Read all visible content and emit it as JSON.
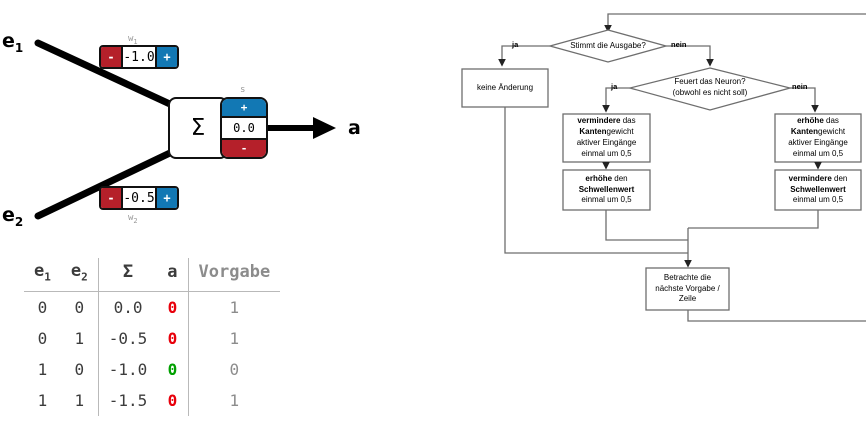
{
  "neuron": {
    "input_labels": [
      "e",
      "e"
    ],
    "input_subs": [
      "1",
      "2"
    ],
    "output_label": "a",
    "sum_symbol": "Σ",
    "weight1": {
      "caption": "w",
      "caption_sub": "1",
      "value": "-1.0",
      "minus": "-",
      "plus": "+"
    },
    "weight2": {
      "caption": "w",
      "caption_sub": "2",
      "value": "-0.5",
      "minus": "-",
      "plus": "+"
    },
    "threshold": {
      "caption": "s",
      "value": "0.0",
      "plus": "+",
      "minus": "-"
    },
    "colors": {
      "plus": "#1278b4",
      "minus": "#b5202a",
      "stroke": "#111111"
    }
  },
  "truth_table": {
    "headers": [
      "e",
      "e",
      "Σ",
      "a",
      "Vorgabe"
    ],
    "header_subs": [
      "1",
      "2",
      "",
      "",
      ""
    ],
    "rows": [
      {
        "e1": "0",
        "e2": "0",
        "sum": "0.0",
        "a": "0",
        "a_state": "0",
        "vorgabe": "1"
      },
      {
        "e1": "0",
        "e2": "1",
        "sum": "-0.5",
        "a": "0",
        "a_state": "0",
        "vorgabe": "1"
      },
      {
        "e1": "1",
        "e2": "0",
        "sum": "-1.0",
        "a": "0",
        "a_state": "1",
        "vorgabe": "0"
      },
      {
        "e1": "1",
        "e2": "1",
        "sum": "-1.5",
        "a": "0",
        "a_state": "0",
        "vorgabe": "1"
      }
    ],
    "colors": {
      "false": "#e8000b",
      "true": "#00a000",
      "muted": "#8c8c8c"
    }
  },
  "flowchart": {
    "decision1": "Stimmt die Ausgabe?",
    "decision2_line1": "Feuert das Neuron?",
    "decision2_line2": "(obwohl es nicht soll)",
    "edge_labels": {
      "ja1": "ja",
      "nein1": "nein",
      "ja2": "ja",
      "nein2": "nein"
    },
    "box_no_change": "keine Änderung",
    "box_left_1": {
      "l1_bold": "vermindere",
      "l1_rest": " das",
      "l2_bold": "Kanten",
      "l2_rest": "gewicht",
      "l3": "aktiver Eingänge",
      "l4": "einmal um 0,5"
    },
    "box_left_2": {
      "l1_bold": "erhöhe",
      "l1_rest": " den",
      "l2_bold": "Schwellenwert",
      "l3": "einmal um 0,5"
    },
    "box_right_1": {
      "l1_bold": "erhöhe",
      "l1_rest": " das",
      "l2_bold": "Kanten",
      "l2_rest": "gewicht",
      "l3": "aktiver Eingänge",
      "l4": "einmal um 0,5"
    },
    "box_right_2": {
      "l1_bold": "vermindere",
      "l1_rest": " den",
      "l2_bold": "Schwellenwert",
      "l3": "einmal um 0,5"
    },
    "box_next": {
      "l1": "Betrachte die",
      "l2": "nächste Vorgabe /",
      "l3": "Zeile"
    },
    "colors": {
      "stroke": "#6e6e6e",
      "fill": "#ffffff"
    }
  }
}
